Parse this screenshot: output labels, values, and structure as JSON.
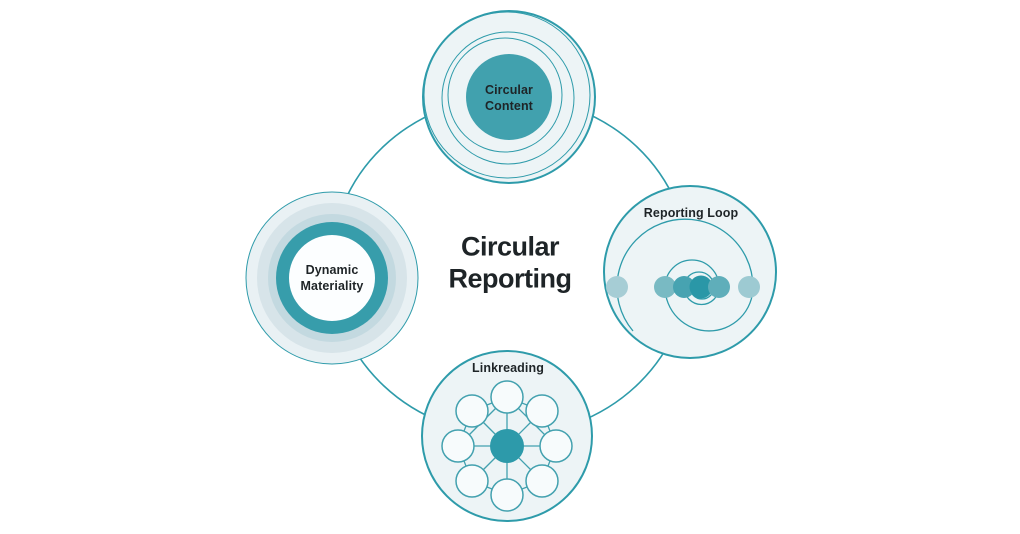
{
  "title": {
    "text": "Circular\nReporting"
  },
  "nodes": {
    "top": {
      "label": "Circular\nContent"
    },
    "left": {
      "label": "Dynamic\nMateriality"
    },
    "right": {
      "label": "Reporting Loop"
    },
    "bottom": {
      "label": "Linkreading"
    }
  },
  "reporting_loop_dots": [
    "#A6CDD5",
    "#79BAC3",
    "#47A3B1",
    "#2A97A7",
    "#5FAEBA",
    "#9DCAD2"
  ],
  "colors": {
    "background": "#FFFFFF",
    "teal_stroke": "#2E9BAA",
    "node_fill": "#EDF4F6",
    "node_core_teal": "#41A1AE",
    "left_ring_outer": "#E9F1F4",
    "left_ring_band2": "#D7E4E9",
    "left_ring_band3": "#C3D9E0",
    "left_ring_teal": "#379DAB",
    "left_ring_center": "#FCFEFF",
    "network_stroke": "#43A1AF",
    "network_center_fill": "#2D9AAA",
    "network_node_fill": "#F7FBFC",
    "text_dark": "#1E2427"
  }
}
